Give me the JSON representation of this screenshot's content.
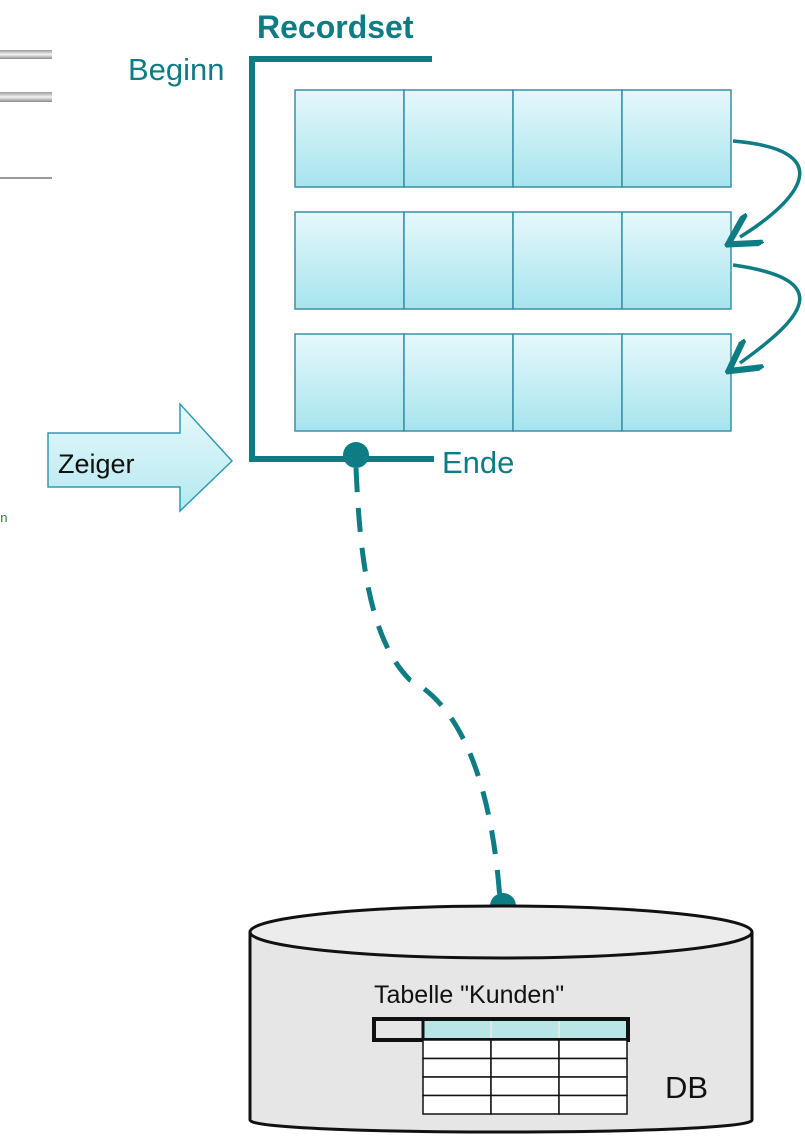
{
  "recordset": {
    "title": "Recordset",
    "begin_label": "Beginn",
    "end_label": "Ende",
    "rows": 3,
    "columns": 4
  },
  "pointer": {
    "label": "Zeiger"
  },
  "database": {
    "table_label": "Tabelle \"Kunden\"",
    "db_label": "DB"
  },
  "background_fragment": {
    "text": "n"
  },
  "colors": {
    "accent": "#0e7c84",
    "cell_fill_top": "#dff6fa",
    "cell_fill_bottom": "#a9e6ef",
    "cell_border": "#3a8fa6",
    "db_fill": "#e8e8e8",
    "table_header": "#b8e6e6"
  }
}
